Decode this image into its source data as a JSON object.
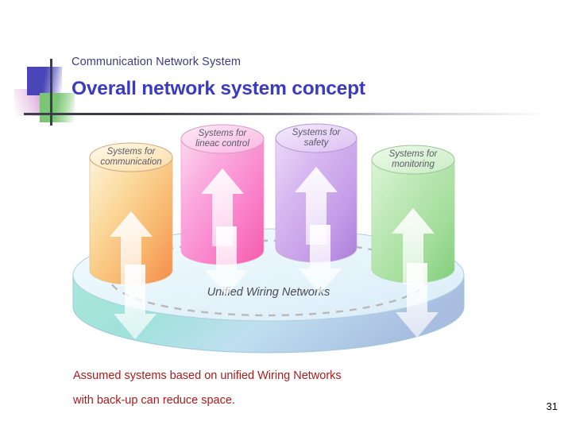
{
  "slide": {
    "header": {
      "eyebrow": "Communication Network System",
      "title": "Overall network system concept"
    },
    "diagram": {
      "base_label": "Unified Wiring Networks",
      "cylinders": [
        {
          "label_line1": "Systems for",
          "label_line2": "communication",
          "color": "#f7a35c"
        },
        {
          "label_line1": "Systems for",
          "label_line2": "lineac control",
          "color": "#f774bd"
        },
        {
          "label_line1": "Systems for",
          "label_line2": "safety",
          "color": "#b98ae0"
        },
        {
          "label_line1": "Systems for",
          "label_line2": "monitoring",
          "color": "#7ed47e"
        }
      ]
    },
    "body": {
      "line1": "Assumed  systems  based on unified Wiring Networks",
      "line2": "with back-up can reduce space."
    },
    "page_number": "31",
    "colors": {
      "title": "#3b3bc0",
      "eyebrow": "#3c3c78",
      "body_text": "#a81c1c",
      "deco_blue": "#4a46b8",
      "deco_green": "#7cc576",
      "deco_pink": "#cf8fcf"
    }
  }
}
